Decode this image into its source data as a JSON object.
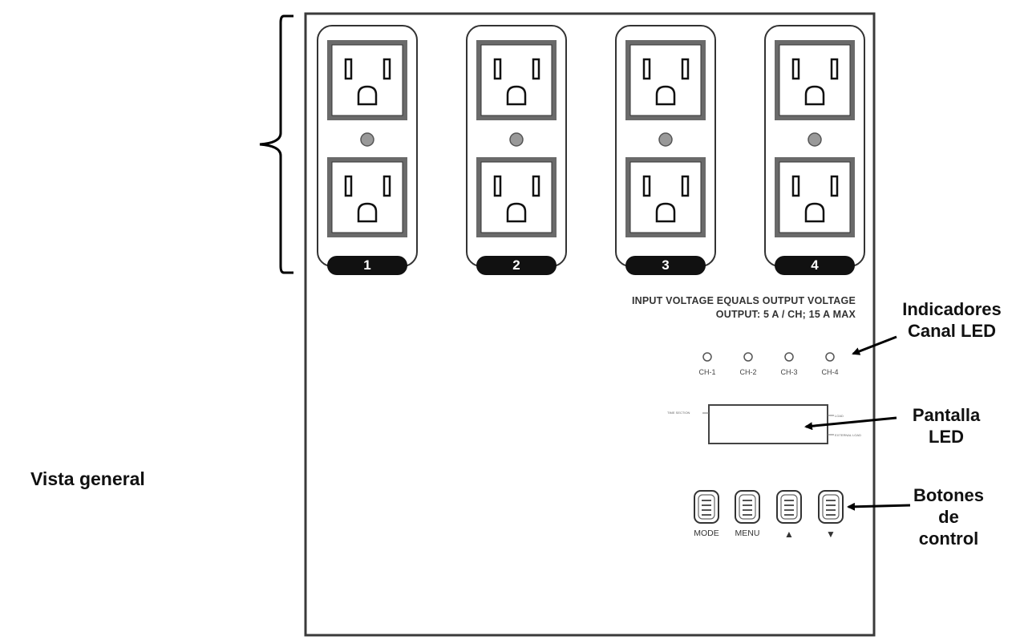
{
  "title": "Vista general",
  "outlets": [
    {
      "number": "1"
    },
    {
      "number": "2"
    },
    {
      "number": "3"
    },
    {
      "number": "4"
    }
  ],
  "notice": {
    "line1": "INPUT VOLTAGE EQUALS OUTPUT VOLTAGE",
    "line2": "OUTPUT: 5 A / CH; 15 A MAX"
  },
  "channels": [
    "CH-1",
    "CH-2",
    "CH-3",
    "CH-4"
  ],
  "screen": {
    "left_label": "TIME SECTION",
    "right_top_label": "LOAD",
    "right_bottom_label": "EXTERNAL LOAD"
  },
  "buttons": [
    {
      "label": "MODE"
    },
    {
      "label": "MENU"
    },
    {
      "label": "▲"
    },
    {
      "label": "▼"
    }
  ],
  "callouts": {
    "indicators": [
      "Indicadores",
      "Canal LED"
    ],
    "display": [
      "Pantalla",
      "LED"
    ],
    "controls": [
      "Botones",
      "de",
      "control"
    ]
  }
}
